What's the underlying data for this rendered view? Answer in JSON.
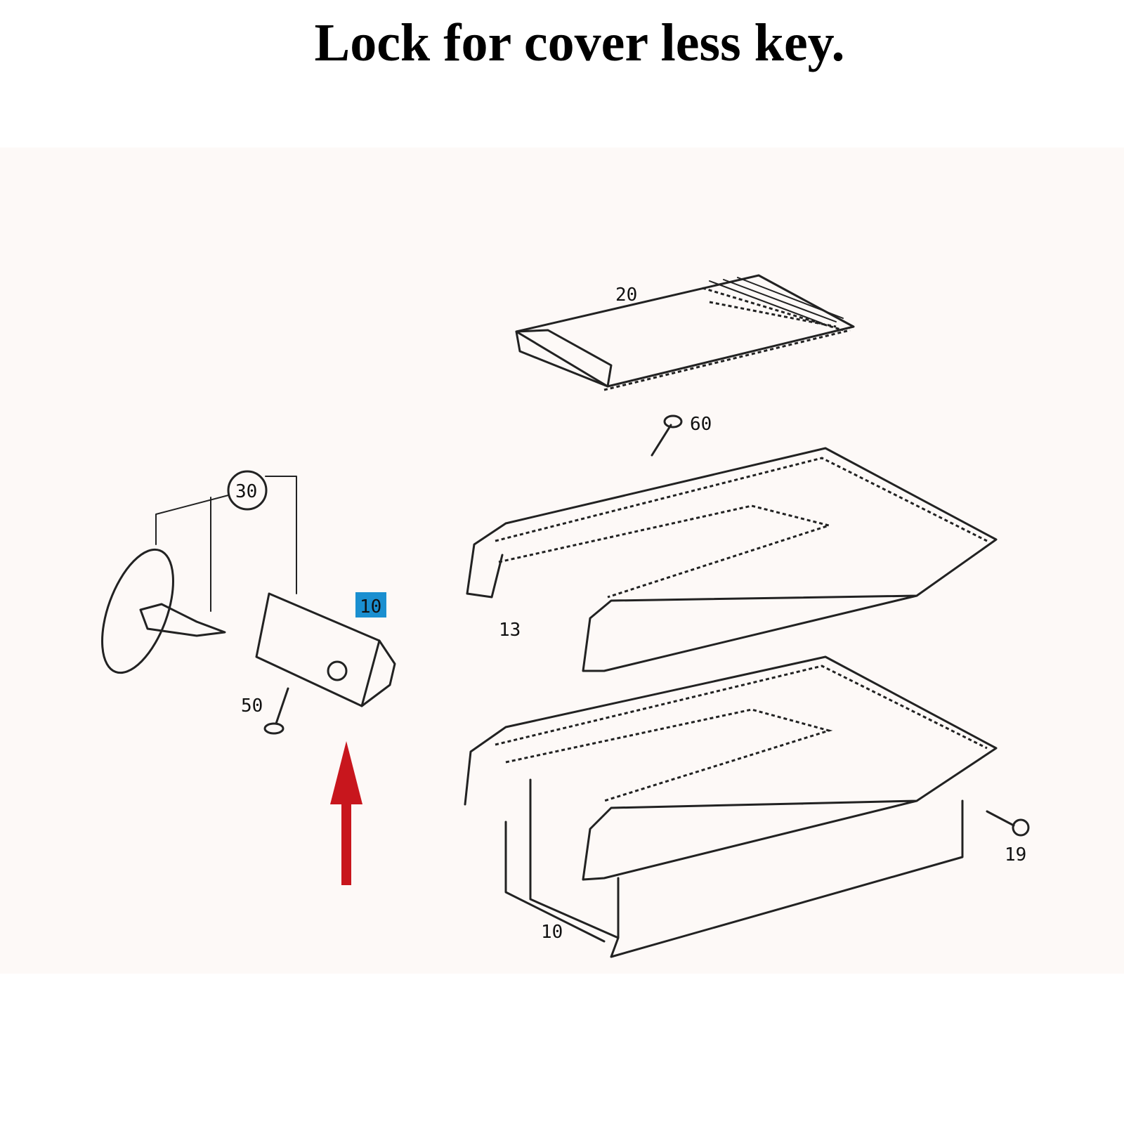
{
  "title": "Lock for cover less key.",
  "diagram": {
    "part_labels": {
      "cover": "20",
      "screw_top": "60",
      "lock_set": "30",
      "lock_highlighted": "10",
      "hinge_pin": "13",
      "screw_lock": "50",
      "screw_side": "19",
      "base": "10"
    },
    "highlight_color": "#1a8fd0",
    "arrow_color": "#c8161d"
  }
}
